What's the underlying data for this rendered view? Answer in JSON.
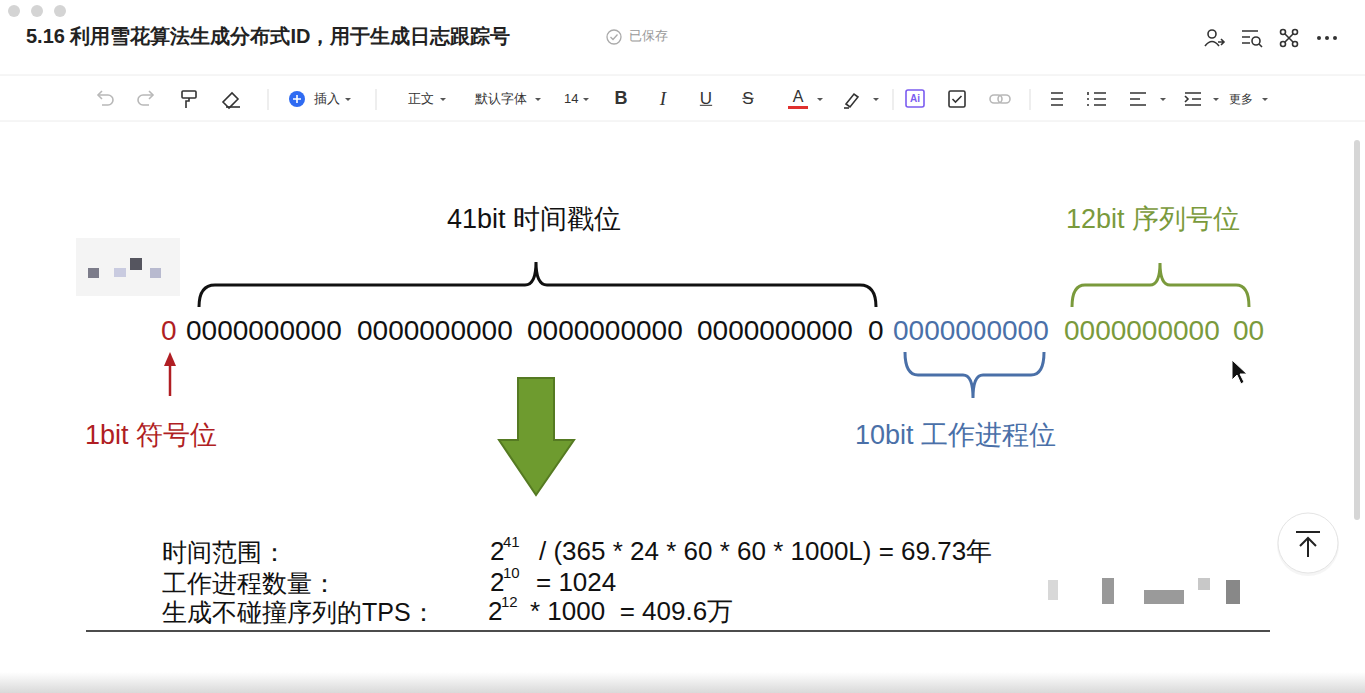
{
  "diagram": {
    "title": "5.16 利用雪花算法生成分布式ID，用于生成日志跟踪号",
    "labels": [
      "已保存",
      "插入",
      "正文",
      "默认字体",
      "14",
      "B",
      "I",
      "U",
      "S",
      "A",
      "Ai",
      "更多",
      "41bit 时间戳位",
      "12bit 序列号位",
      "0",
      "0000000000",
      "0000000000",
      "0000000000",
      "0000000000",
      "0",
      "0000000000",
      "0000000000",
      "00",
      "1bit 符号位",
      "10bit 工作进程位",
      "时间范围：",
      "2",
      "41",
      "/ (365 * 24 * 60 * 60 * 1000L) = 69.73年",
      "工作进程数量：",
      "2",
      "10",
      "= 1024",
      "生成不碰撞序列的TPS：",
      "2",
      "12",
      "* 1000  = 409.6万"
    ]
  }
}
